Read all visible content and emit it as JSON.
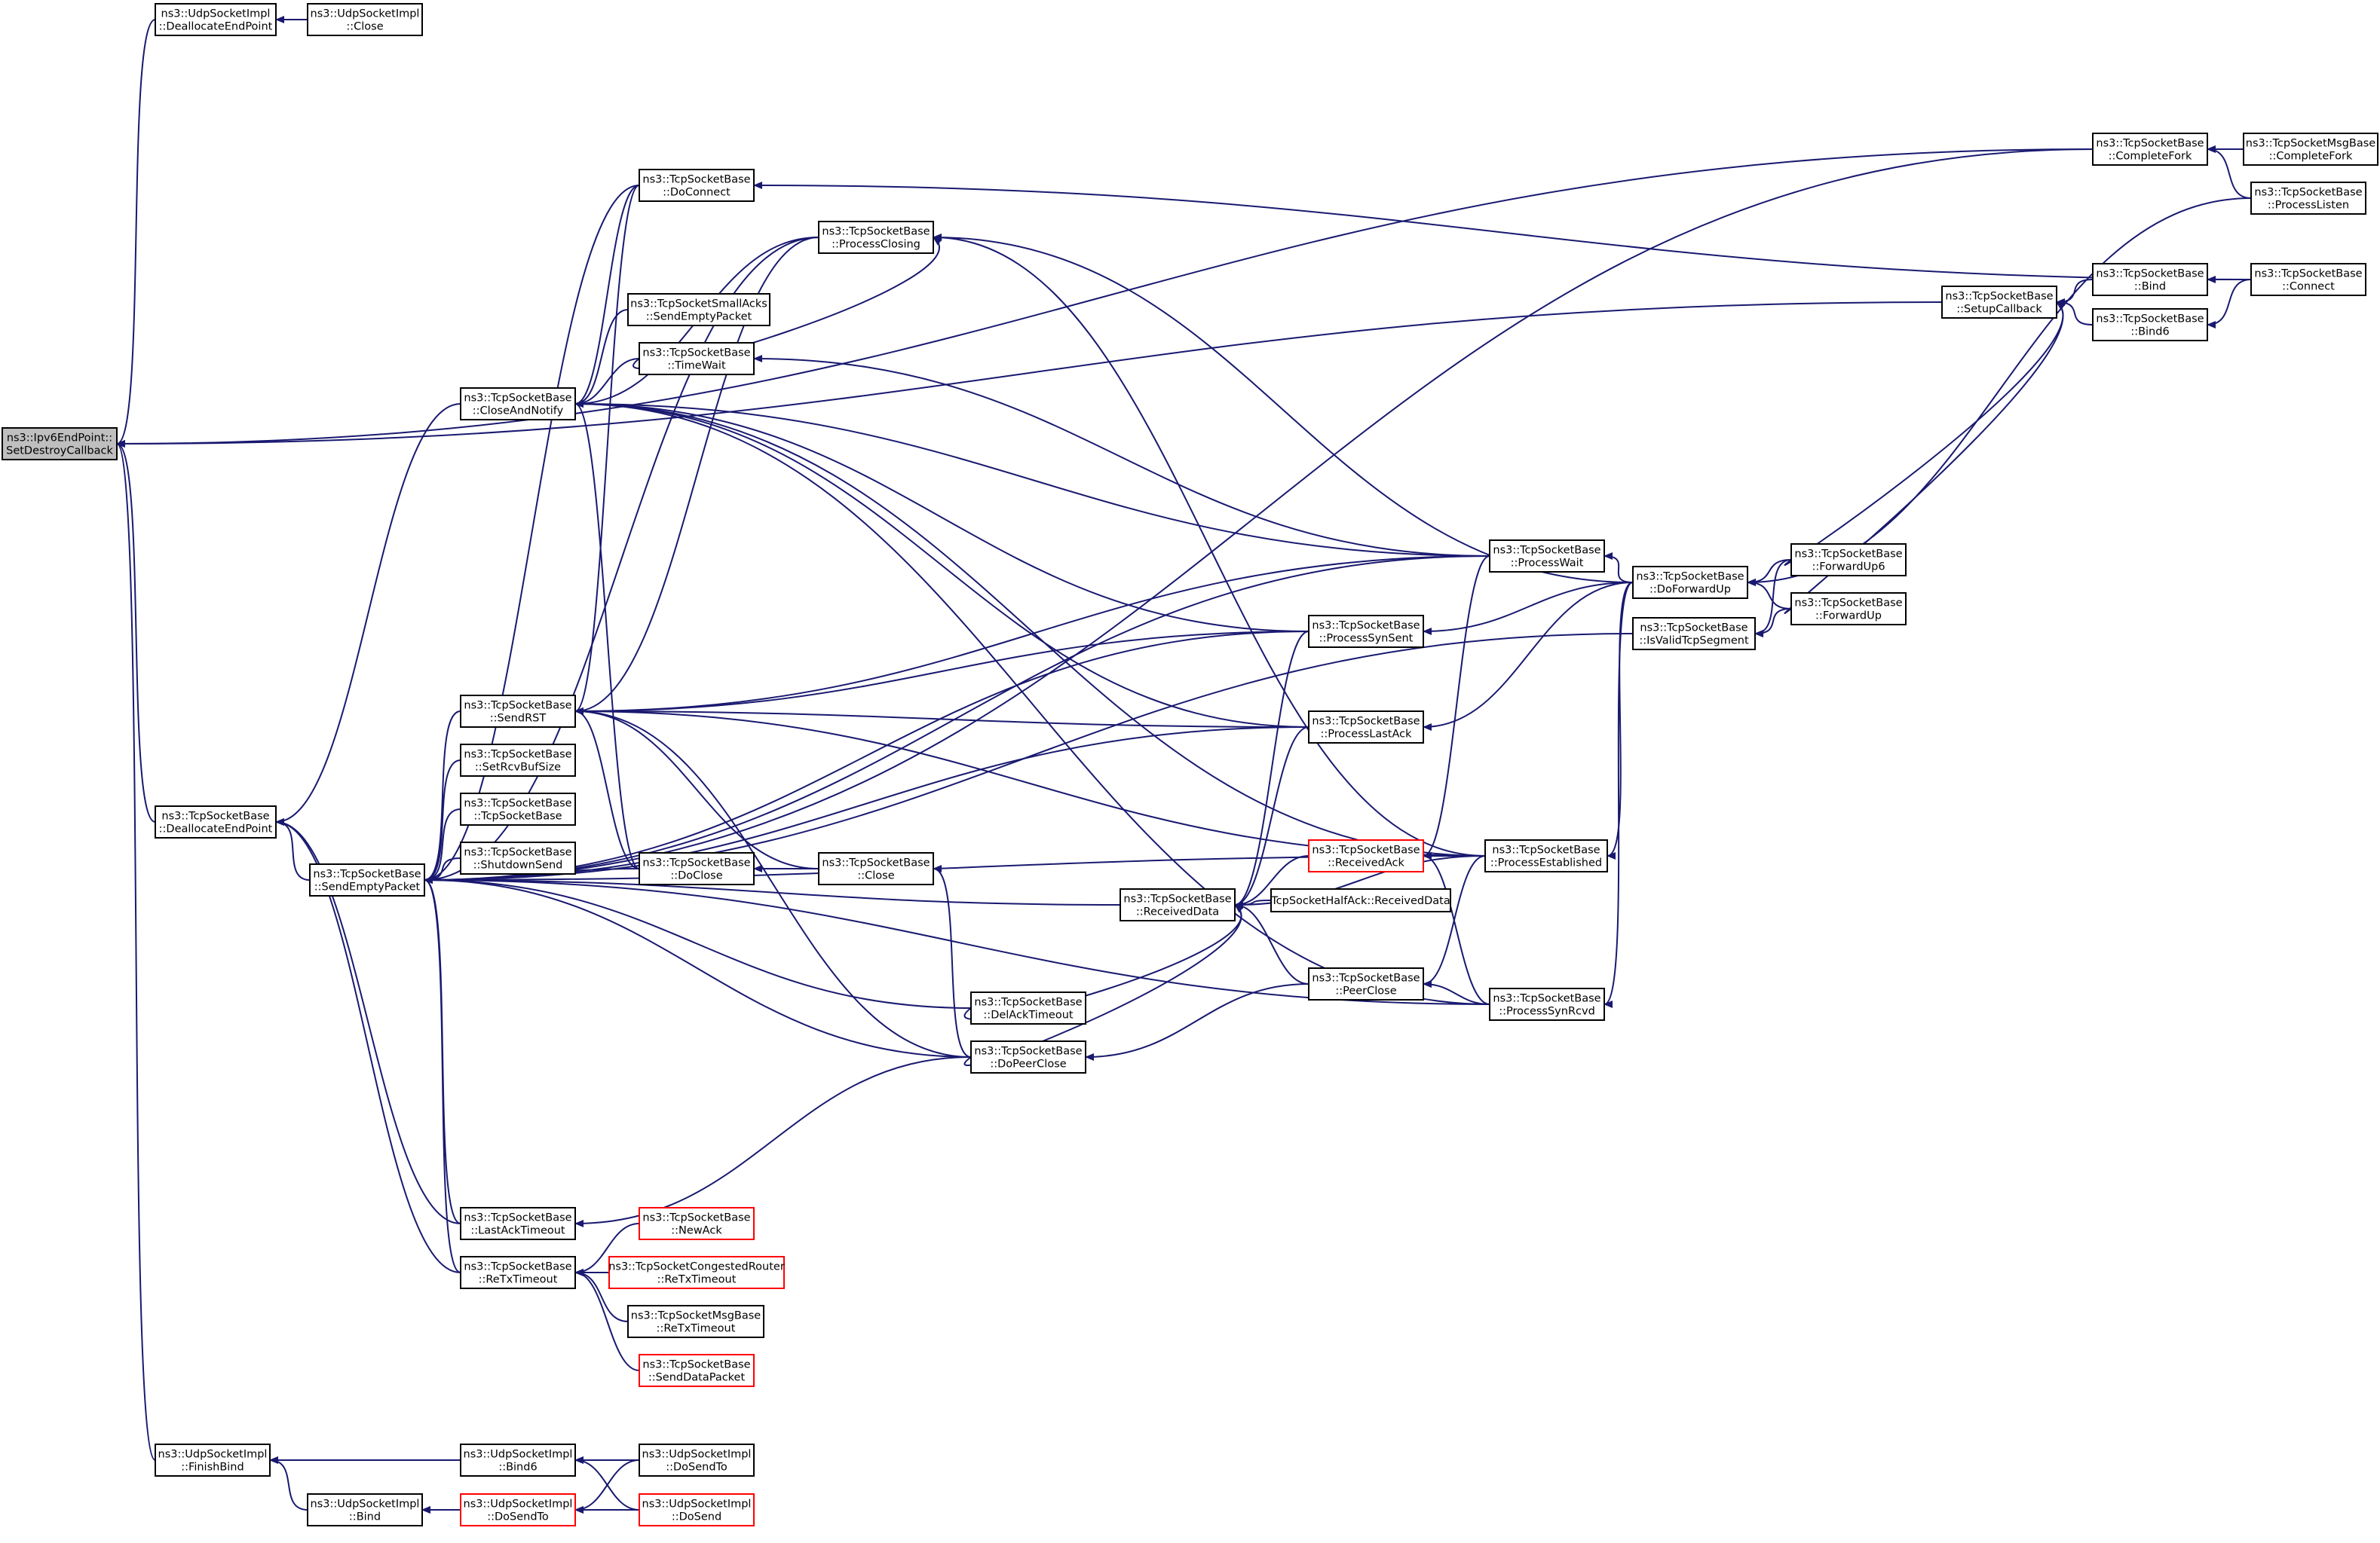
{
  "nodes": [
    {
      "id": "root",
      "lines": [
        "ns3::Ipv6EndPoint::",
        "SetDestroyCallback"
      ],
      "style": "root"
    },
    {
      "id": "udp_dealloc",
      "lines": [
        "ns3::UdpSocketImpl",
        "::DeallocateEndPoint"
      ]
    },
    {
      "id": "udp_close",
      "lines": [
        "ns3::UdpSocketImpl",
        "::Close"
      ]
    },
    {
      "id": "tcp_dealloc",
      "lines": [
        "ns3::TcpSocketBase",
        "::DeallocateEndPoint"
      ]
    },
    {
      "id": "udp_finishbind",
      "lines": [
        "ns3::UdpSocketImpl",
        "::FinishBind"
      ]
    },
    {
      "id": "sendempty",
      "lines": [
        "ns3::TcpSocketBase",
        "::SendEmptyPacket"
      ]
    },
    {
      "id": "closeandnotify",
      "lines": [
        "ns3::TcpSocketBase",
        "::CloseAndNotify"
      ]
    },
    {
      "id": "sendrst",
      "lines": [
        "ns3::TcpSocketBase",
        "::SendRST"
      ]
    },
    {
      "id": "setrcvbuf",
      "lines": [
        "ns3::TcpSocketBase",
        "::SetRcvBufSize"
      ]
    },
    {
      "id": "tcpctor",
      "lines": [
        "ns3::TcpSocketBase",
        "::TcpSocketBase"
      ]
    },
    {
      "id": "shutdownsend",
      "lines": [
        "ns3::TcpSocketBase",
        "::ShutdownSend"
      ]
    },
    {
      "id": "lastacktimeout",
      "lines": [
        "ns3::TcpSocketBase",
        "::LastAckTimeout"
      ]
    },
    {
      "id": "retxtimeout",
      "lines": [
        "ns3::TcpSocketBase",
        "::ReTxTimeout"
      ]
    },
    {
      "id": "doconnect",
      "lines": [
        "ns3::TcpSocketBase",
        "::DoConnect"
      ]
    },
    {
      "id": "smallacks",
      "lines": [
        "ns3::TcpSocketSmallAcks",
        "::SendEmptyPacket"
      ]
    },
    {
      "id": "timewait",
      "lines": [
        "ns3::TcpSocketBase",
        "::TimeWait"
      ]
    },
    {
      "id": "processclosing",
      "lines": [
        "ns3::TcpSocketBase",
        "::ProcessClosing"
      ]
    },
    {
      "id": "doclose",
      "lines": [
        "ns3::TcpSocketBase",
        "::DoClose"
      ]
    },
    {
      "id": "tcpclose",
      "lines": [
        "ns3::TcpSocketBase",
        "::Close"
      ]
    },
    {
      "id": "newack",
      "lines": [
        "ns3::TcpSocketBase",
        "::NewAck"
      ],
      "style": "red"
    },
    {
      "id": "congretx",
      "lines": [
        "ns3::TcpSocketCongestedRouter",
        "::ReTxTimeout"
      ],
      "style": "red"
    },
    {
      "id": "msgretx",
      "lines": [
        "ns3::TcpSocketMsgBase",
        "::ReTxTimeout"
      ]
    },
    {
      "id": "senddata",
      "lines": [
        "ns3::TcpSocketBase",
        "::SendDataPacket"
      ],
      "style": "red"
    },
    {
      "id": "udp_bind6",
      "lines": [
        "ns3::UdpSocketImpl",
        "::Bind6"
      ]
    },
    {
      "id": "udp_bind",
      "lines": [
        "ns3::UdpSocketImpl",
        "::Bind"
      ]
    },
    {
      "id": "udp_dosendto_r",
      "lines": [
        "ns3::UdpSocketImpl",
        "::DoSendTo"
      ],
      "style": "red"
    },
    {
      "id": "udp_dosendto",
      "lines": [
        "ns3::UdpSocketImpl",
        "::DoSendTo"
      ]
    },
    {
      "id": "udp_dosend",
      "lines": [
        "ns3::UdpSocketImpl",
        "::DoSend"
      ],
      "style": "red"
    },
    {
      "id": "receiveddata",
      "lines": [
        "ns3::TcpSocketBase",
        "::ReceivedData"
      ]
    },
    {
      "id": "delacktimeout",
      "lines": [
        "ns3::TcpSocketBase",
        "::DelAckTimeout"
      ]
    },
    {
      "id": "dopeerclose",
      "lines": [
        "ns3::TcpSocketBase",
        "::DoPeerClose"
      ]
    },
    {
      "id": "processsynsent",
      "lines": [
        "ns3::TcpSocketBase",
        "::ProcessSynSent"
      ]
    },
    {
      "id": "processlastack",
      "lines": [
        "ns3::TcpSocketBase",
        "::ProcessLastAck"
      ]
    },
    {
      "id": "receivedack",
      "lines": [
        "ns3::TcpSocketBase",
        "::ReceivedAck"
      ],
      "style": "red"
    },
    {
      "id": "halfack",
      "lines": [
        "TcpSocketHalfAck::ReceivedData"
      ]
    },
    {
      "id": "peerclose",
      "lines": [
        "ns3::TcpSocketBase",
        "::PeerClose"
      ]
    },
    {
      "id": "processwait",
      "lines": [
        "ns3::TcpSocketBase",
        "::ProcessWait"
      ]
    },
    {
      "id": "processestablished",
      "lines": [
        "ns3::TcpSocketBase",
        "::ProcessEstablished"
      ]
    },
    {
      "id": "processsynrcvd",
      "lines": [
        "ns3::TcpSocketBase",
        "::ProcessSynRcvd"
      ]
    },
    {
      "id": "doforwardup",
      "lines": [
        "ns3::TcpSocketBase",
        "::DoForwardUp"
      ]
    },
    {
      "id": "isvalidtcp",
      "lines": [
        "ns3::TcpSocketBase",
        "::IsValidTcpSegment"
      ]
    },
    {
      "id": "forwardup6",
      "lines": [
        "ns3::TcpSocketBase",
        "::ForwardUp6"
      ]
    },
    {
      "id": "forwardup",
      "lines": [
        "ns3::TcpSocketBase",
        "::ForwardUp"
      ]
    },
    {
      "id": "setupcallback",
      "lines": [
        "ns3::TcpSocketBase",
        "::SetupCallback"
      ]
    },
    {
      "id": "completefork",
      "lines": [
        "ns3::TcpSocketBase",
        "::CompleteFork"
      ]
    },
    {
      "id": "msgcompletefork",
      "lines": [
        "ns3::TcpSocketMsgBase",
        "::CompleteFork"
      ]
    },
    {
      "id": "processlisten",
      "lines": [
        "ns3::TcpSocketBase",
        "::ProcessListen"
      ]
    },
    {
      "id": "tcpbind",
      "lines": [
        "ns3::TcpSocketBase",
        "::Bind"
      ]
    },
    {
      "id": "tcpbind6",
      "lines": [
        "ns3::TcpSocketBase",
        "::Bind6"
      ]
    },
    {
      "id": "connect",
      "lines": [
        "ns3::TcpSocketBase",
        "::Connect"
      ]
    }
  ],
  "edges": [
    [
      "udp_dealloc",
      "root"
    ],
    [
      "tcp_dealloc",
      "root"
    ],
    [
      "udp_finishbind",
      "root"
    ],
    [
      "setupcallback",
      "root"
    ],
    [
      "completefork",
      "root"
    ],
    [
      "udp_close",
      "udp_dealloc"
    ],
    [
      "closeandnotify",
      "tcp_dealloc"
    ],
    [
      "sendempty",
      "tcp_dealloc"
    ],
    [
      "lastacktimeout",
      "tcp_dealloc"
    ],
    [
      "retxtimeout",
      "tcp_dealloc"
    ],
    [
      "udp_bind6",
      "udp_finishbind"
    ],
    [
      "udp_bind",
      "udp_finishbind"
    ],
    [
      "doconnect",
      "sendempty"
    ],
    [
      "processclosing",
      "sendempty"
    ],
    [
      "sendrst",
      "sendempty"
    ],
    [
      "setrcvbuf",
      "sendempty"
    ],
    [
      "tcpctor",
      "sendempty"
    ],
    [
      "shutdownsend",
      "sendempty"
    ],
    [
      "doclose",
      "sendempty"
    ],
    [
      "receiveddata",
      "sendempty"
    ],
    [
      "delacktimeout",
      "sendempty"
    ],
    [
      "dopeerclose",
      "sendempty"
    ],
    [
      "lastacktimeout",
      "sendempty"
    ],
    [
      "retxtimeout",
      "sendempty"
    ],
    [
      "processwait",
      "sendempty"
    ],
    [
      "processsynsent",
      "sendempty"
    ],
    [
      "processlastack",
      "sendempty"
    ],
    [
      "processestablished",
      "sendempty"
    ],
    [
      "processsynrcvd",
      "sendempty"
    ],
    [
      "isvalidtcp",
      "sendempty"
    ],
    [
      "completefork",
      "sendempty"
    ],
    [
      "doconnect",
      "closeandnotify"
    ],
    [
      "smallacks",
      "closeandnotify"
    ],
    [
      "timewait",
      "closeandnotify"
    ],
    [
      "processclosing",
      "closeandnotify"
    ],
    [
      "doclose",
      "closeandnotify"
    ],
    [
      "processwait",
      "closeandnotify"
    ],
    [
      "processsynsent",
      "closeandnotify"
    ],
    [
      "processlastack",
      "closeandnotify"
    ],
    [
      "processestablished",
      "closeandnotify"
    ],
    [
      "processsynrcvd",
      "closeandnotify"
    ],
    [
      "doconnect",
      "sendrst"
    ],
    [
      "processclosing",
      "sendrst"
    ],
    [
      "doclose",
      "sendrst"
    ],
    [
      "tcpclose",
      "sendrst"
    ],
    [
      "processwait",
      "sendrst"
    ],
    [
      "processsynsent",
      "sendrst"
    ],
    [
      "processlastack",
      "sendrst"
    ],
    [
      "processestablished",
      "sendrst"
    ],
    [
      "dopeerclose",
      "sendrst"
    ],
    [
      "newack",
      "retxtimeout"
    ],
    [
      "congretx",
      "retxtimeout"
    ],
    [
      "msgretx",
      "retxtimeout"
    ],
    [
      "senddata",
      "retxtimeout"
    ],
    [
      "dopeerclose",
      "lastacktimeout"
    ],
    [
      "connect",
      "doconnect"
    ],
    [
      "timewait",
      "processclosing"
    ],
    [
      "doforwardup",
      "processclosing"
    ],
    [
      "processwait",
      "timewait"
    ],
    [
      "tcpclose",
      "doclose"
    ],
    [
      "dopeerclose",
      "tcpclose"
    ],
    [
      "udp_dosendto_r",
      "udp_bind"
    ],
    [
      "udp_dosend",
      "udp_bind"
    ],
    [
      "udp_dosendto",
      "udp_dosendto_r"
    ],
    [
      "udp_dosend",
      "udp_dosendto_r"
    ],
    [
      "udp_dosendto",
      "udp_bind6"
    ],
    [
      "udp_dosend",
      "udp_bind6"
    ],
    [
      "receivedack",
      "receiveddata"
    ],
    [
      "halfack",
      "receiveddata"
    ],
    [
      "peerclose",
      "receiveddata"
    ],
    [
      "delacktimeout",
      "receiveddata"
    ],
    [
      "dopeerclose",
      "receiveddata"
    ],
    [
      "processsynsent",
      "receiveddata"
    ],
    [
      "processlastack",
      "receiveddata"
    ],
    [
      "processestablished",
      "receiveddata"
    ],
    [
      "peerclose",
      "dopeerclose"
    ],
    [
      "doforwardup",
      "processsynsent"
    ],
    [
      "doforwardup",
      "processlastack"
    ],
    [
      "processestablished",
      "receivedack"
    ],
    [
      "processsynrcvd",
      "receivedack"
    ],
    [
      "processwait",
      "receivedack"
    ],
    [
      "processestablished",
      "peerclose"
    ],
    [
      "processsynrcvd",
      "peerclose"
    ],
    [
      "doforwardup",
      "processwait"
    ],
    [
      "doforwardup",
      "processestablished"
    ],
    [
      "doforwardup",
      "processsynrcvd"
    ],
    [
      "forwardup6",
      "doforwardup"
    ],
    [
      "forwardup",
      "doforwardup"
    ],
    [
      "forwardup6",
      "isvalidtcp"
    ],
    [
      "forwardup",
      "isvalidtcp"
    ],
    [
      "tcpbind",
      "setupcallback"
    ],
    [
      "tcpbind6",
      "setupcallback"
    ],
    [
      "forwardup6",
      "setupcallback"
    ],
    [
      "forwardup",
      "setupcallback"
    ],
    [
      "msgcompletefork",
      "completefork"
    ],
    [
      "processlisten",
      "completefork"
    ],
    [
      "connect",
      "tcpbind"
    ],
    [
      "connect",
      "tcpbind6"
    ],
    [
      "processlisten",
      "doforwardup"
    ],
    [
      "processestablished",
      "processclosing"
    ]
  ]
}
